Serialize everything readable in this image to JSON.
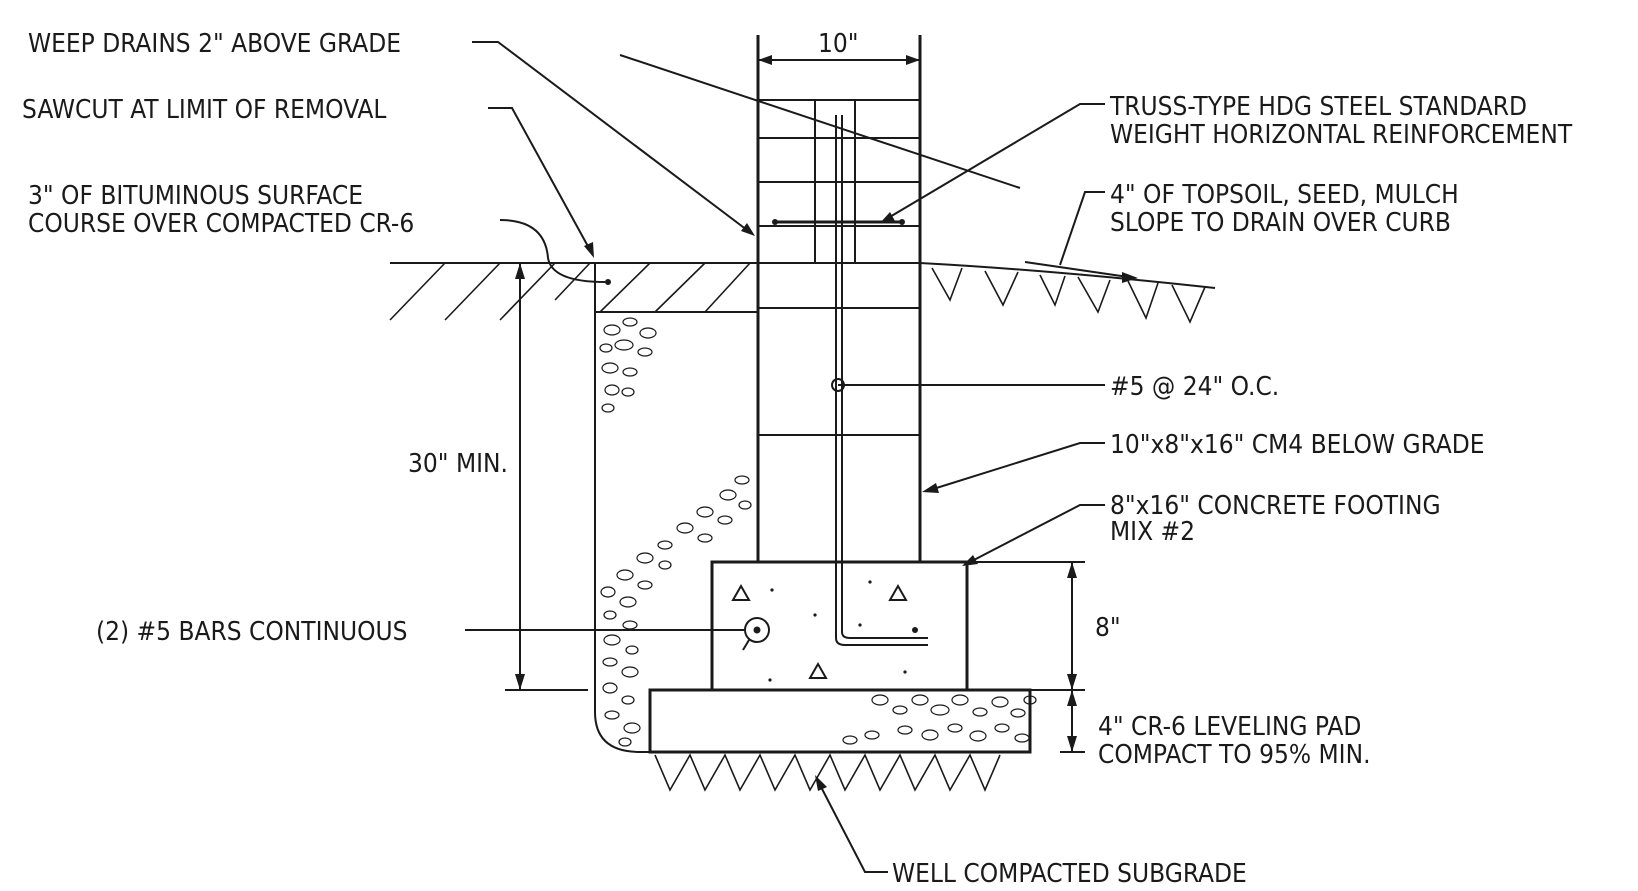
{
  "labels": {
    "weep_drains": "WEEP DRAINS 2\" ABOVE GRADE",
    "sawcut": "SAWCUT AT LIMIT OF REMOVAL",
    "bituminous_line1": "3\" OF BITUMINOUS SURFACE",
    "bituminous_line2": "COURSE OVER COMPACTED CR-6",
    "wall_width_dim": "10\"",
    "truss_line1": "TRUSS-TYPE HDG STEEL STANDARD",
    "truss_line2": "WEIGHT HORIZONTAL REINFORCEMENT",
    "topsoil_line1": "4\" OF TOPSOIL, SEED, MULCH",
    "topsoil_line2": "SLOPE TO DRAIN OVER CURB",
    "rebar_spacing": "#5 @ 24\" O.C.",
    "cmu_below_grade": "10\"x8\"x16\" CM4 BELOW GRADE",
    "footing_line1": "8\"x16\" CONCRETE FOOTING",
    "footing_line2": "MIX #2",
    "depth_min": "30\" MIN.",
    "footing_height_dim": "8\"",
    "bars_continuous": "(2) #5 BARS CONTINUOUS",
    "leveling_line1": "4\" CR-6 LEVELING PAD",
    "leveling_line2": "COMPACT TO 95% MIN.",
    "subgrade": "WELL COMPACTED SUBGRADE"
  },
  "colors": {
    "ink": "#1a1a1a",
    "background": "#ffffff"
  }
}
